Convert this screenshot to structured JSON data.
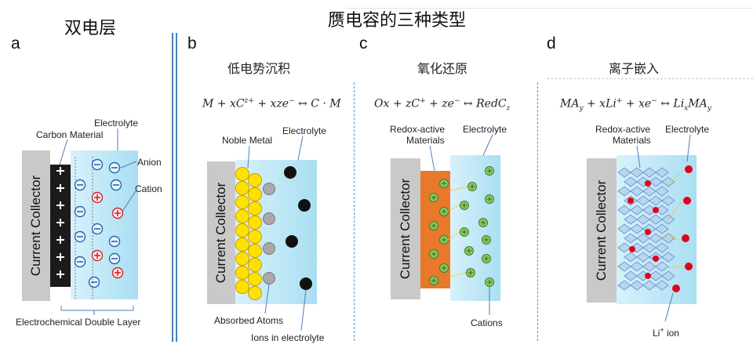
{
  "header": {
    "title": "赝电容的三种类型",
    "edl_title": "双电层"
  },
  "panels": {
    "a": {
      "letter": "a",
      "current_collector": "Current Collector",
      "carbon_material": "Carbon Material",
      "electrolyte": "Electrolyte",
      "anion": "Anion",
      "cation": "Cation",
      "double_layer": "Electrochemical Double Layer"
    },
    "b": {
      "letter": "b",
      "title": "低电势沉积",
      "equation": "M + xC^(z+) + xze⁻ ↔ C · M",
      "eq_parts": [
        "M + xC",
        "z+",
        " + xze",
        "−",
        " ↔ C · M"
      ],
      "noble_metal": "Noble Metal",
      "electrolyte": "Electrolyte",
      "current_collector": "Current Collector",
      "absorbed_atoms": "Absorbed Atoms",
      "ions": "Ions in electrolyte"
    },
    "c": {
      "letter": "c",
      "title": "氧化还原",
      "eq_parts": [
        "Ox + zC",
        "+",
        " + ze",
        "−",
        " ↔ RedC",
        "z"
      ],
      "redox_materials_1": "Redox-active",
      "redox_materials_2": "Materials",
      "electrolyte": "Electrolyte",
      "current_collector": "Current Collector",
      "cations": "Cations"
    },
    "d": {
      "letter": "d",
      "title": "离子嵌入",
      "eq_parts": [
        "MA",
        "y",
        " + xLi",
        "+",
        " + xe",
        "−",
        " ↔ Li",
        "x",
        "MA",
        "y"
      ],
      "redox_materials_1": "Redox-active",
      "redox_materials_2": "Materials",
      "electrolyte": "Electrolyte",
      "current_collector": "Current Collector",
      "li_ion_main": "Li",
      "li_ion_sup": "+",
      "li_ion_suffix": "ion"
    }
  },
  "colors": {
    "divider_blue": "#4a7fc1",
    "electrolyte_light": "#d8f1fb",
    "electrolyte_dark": "#a9dff2",
    "collector_gray": "#c9c9c9",
    "noble_metal_yellow": "#ffe100",
    "redox_orange": "#e8782a",
    "cation_green": "#6fb84a",
    "li_red": "#e3001b",
    "anion_blue": "#2a63b8",
    "cation_red": "#d8202a"
  }
}
